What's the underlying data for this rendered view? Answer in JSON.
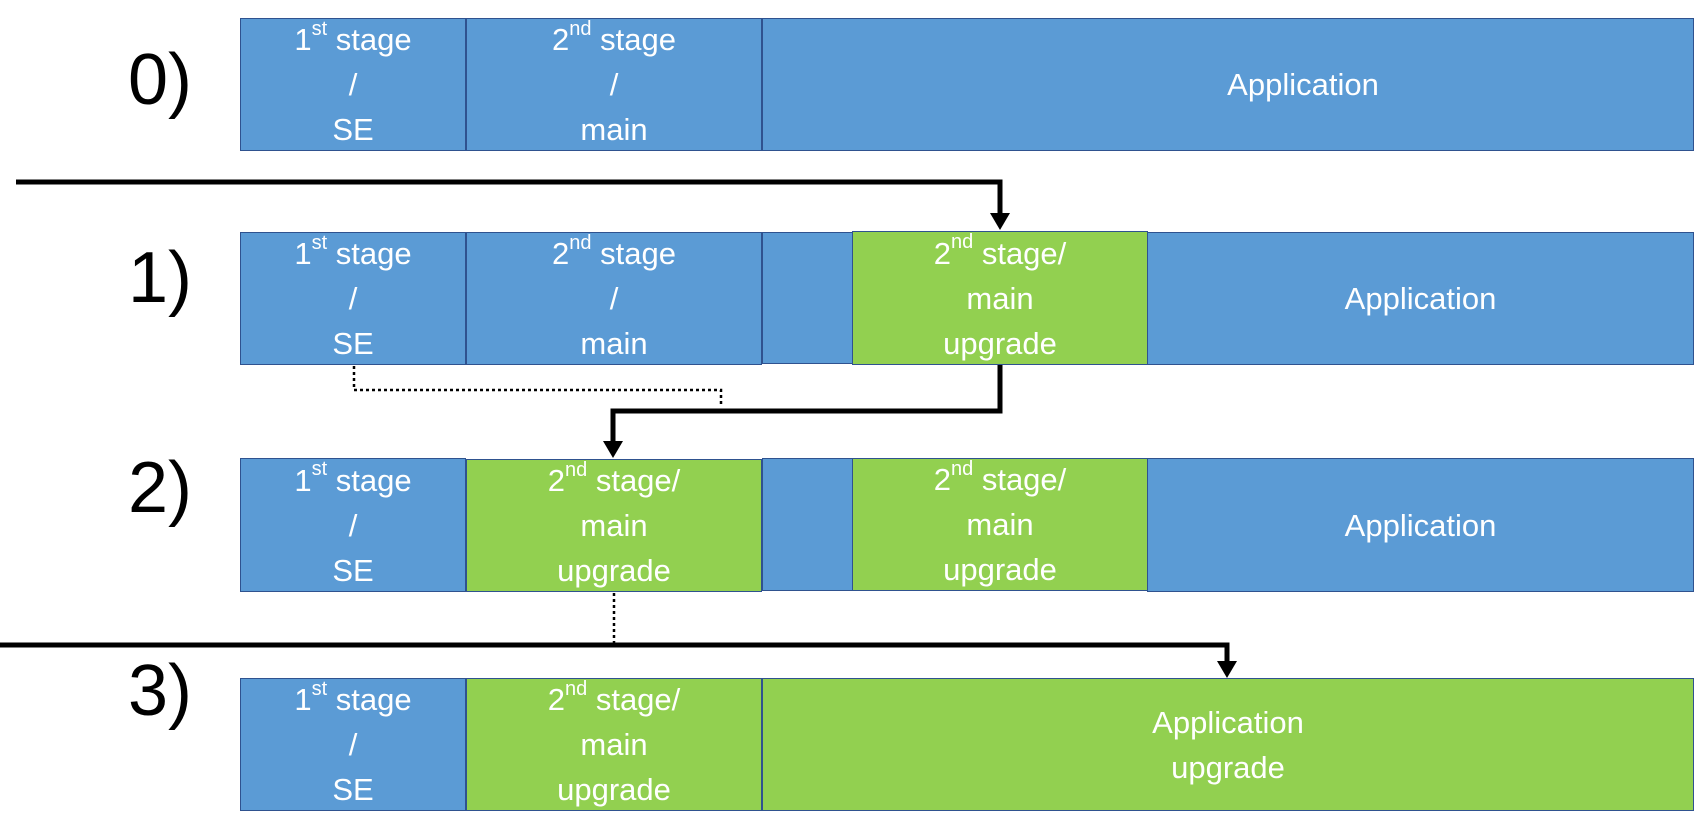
{
  "colors": {
    "blue": "#5B9BD5",
    "green": "#92D050",
    "border": "#2F528F",
    "arrow": "#000000"
  },
  "rows": [
    {
      "label": "0)",
      "blocks": [
        {
          "id": "first-stage",
          "color": "blue",
          "num": "1",
          "sup": "st",
          "rest": " stage",
          "line2": "/",
          "line3": "SE"
        },
        {
          "id": "second-stage",
          "color": "blue",
          "num": "2",
          "sup": "nd",
          "rest": " stage",
          "line2": "/",
          "line3": "main"
        },
        {
          "id": "application",
          "color": "blue",
          "text1": "Application",
          "text2": ""
        }
      ]
    },
    {
      "label": "1)",
      "blocks": [
        {
          "id": "first-stage",
          "color": "blue",
          "num": "1",
          "sup": "st",
          "rest": " stage",
          "line2": "/",
          "line3": "SE"
        },
        {
          "id": "second-stage",
          "color": "blue",
          "num": "2",
          "sup": "nd",
          "rest": " stage",
          "line2": "/",
          "line3": "main"
        },
        {
          "id": "gap",
          "color": "blue"
        },
        {
          "id": "second-stage-upgrade",
          "color": "green",
          "num": "2",
          "sup": "nd",
          "rest": " stage/",
          "line2": "main",
          "line3": "upgrade"
        },
        {
          "id": "application",
          "color": "blue",
          "text1": "Application",
          "text2": ""
        }
      ]
    },
    {
      "label": "2)",
      "blocks": [
        {
          "id": "first-stage",
          "color": "blue",
          "num": "1",
          "sup": "st",
          "rest": " stage",
          "line2": "/",
          "line3": "SE"
        },
        {
          "id": "second-stage-upgrade-installed",
          "color": "green",
          "num": "2",
          "sup": "nd",
          "rest": " stage/",
          "line2": "main",
          "line3": "upgrade"
        },
        {
          "id": "gap",
          "color": "blue"
        },
        {
          "id": "second-stage-upgrade",
          "color": "green",
          "num": "2",
          "sup": "nd",
          "rest": " stage/",
          "line2": "main",
          "line3": "upgrade"
        },
        {
          "id": "application",
          "color": "blue",
          "text1": "Application",
          "text2": ""
        }
      ]
    },
    {
      "label": "3)",
      "blocks": [
        {
          "id": "first-stage",
          "color": "blue",
          "num": "1",
          "sup": "st",
          "rest": " stage",
          "line2": "/",
          "line3": "SE"
        },
        {
          "id": "second-stage-upgrade-installed",
          "color": "green",
          "num": "2",
          "sup": "nd",
          "rest": " stage/",
          "line2": "main",
          "line3": "upgrade"
        },
        {
          "id": "application-upgrade",
          "color": "green",
          "text1": "Application",
          "text2": "upgrade"
        }
      ]
    }
  ]
}
